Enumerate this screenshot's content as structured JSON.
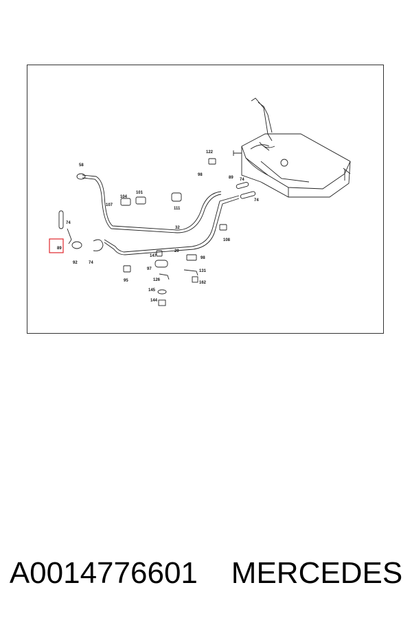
{
  "diagram": {
    "highlight_color": "#e0262b",
    "labels": {
      "l58": "58",
      "l122": "122",
      "l98a": "98",
      "l89a": "89",
      "l74a": "74",
      "l74b": "74",
      "l104": "104",
      "l101": "101",
      "l107": "107",
      "l111": "111",
      "l32": "32",
      "l108": "108",
      "l74c": "74",
      "l89b": "89",
      "l92": "92",
      "l74d": "74",
      "l20": "20",
      "l147": "147",
      "l98b": "98",
      "l97": "97",
      "l131": "131",
      "l95": "95",
      "l126": "126",
      "l162": "162",
      "l145": "145",
      "l144": "144"
    }
  },
  "caption": {
    "part_number": "A0014776601",
    "brand": "MERCEDES"
  }
}
